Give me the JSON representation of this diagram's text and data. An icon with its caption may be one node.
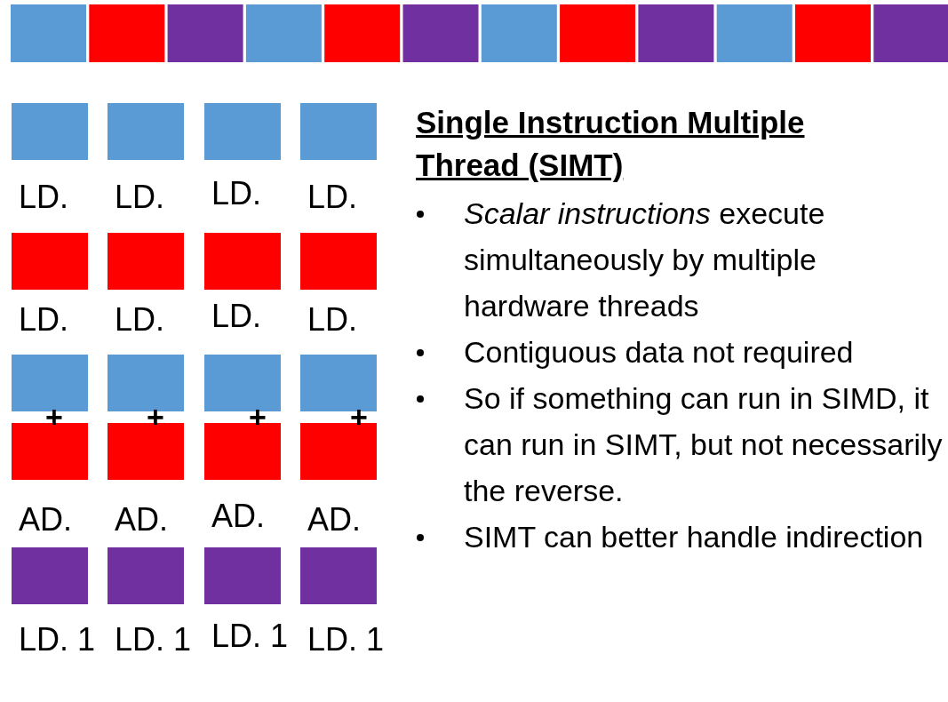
{
  "diagram": {
    "title": "Single Instruction Multiple Thread (SIMT)",
    "labels": [
      "LD.",
      "LD.",
      "LD.",
      "LD.",
      "LD.",
      "LD.",
      "LD.",
      "LD.",
      "+",
      "+",
      "+",
      "+",
      "AD.",
      "AD.",
      "AD.",
      "AD.",
      "LD. 1",
      "LD. 1",
      "LD. 1",
      "LD. 1",
      "*Scalar instructions* execute simultaneously by multiple hardware threads",
      "Contiguous data not required",
      "So if something can run in SIMD, it can run in SIMT, but not necessarily the reverse.",
      "SIMT can better handle indirection"
    ]
  }
}
